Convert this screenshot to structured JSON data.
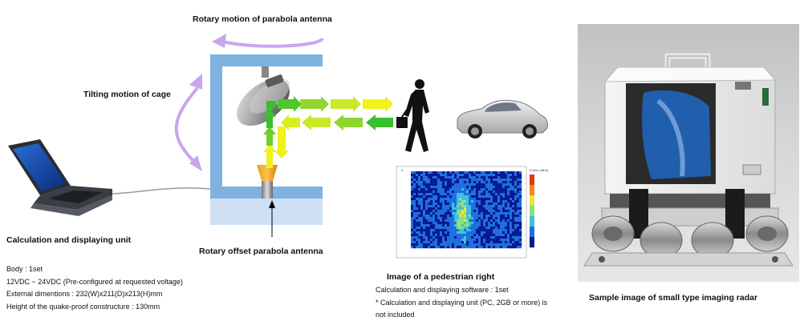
{
  "labels": {
    "rotary_motion": "Rotary motion of parabola antenna",
    "tilting_motion": "Tilting motion of cage",
    "calc_unit": "Calculation and displaying unit",
    "antenna": "Rotary offset parabola antenna",
    "pedestrian": "Image of a pedestrian right",
    "photo_caption": "Sample image of small type imaging radar"
  },
  "specs_left": [
    "Body : 1set",
    "12VDC ~ 24VDC (Pre-configured at requested voltage)",
    "External dimentions : 232(W)x211(D)x213(H)mm",
    "Height of the quake-proof constructure : 130mm"
  ],
  "specs_right": [
    "Calculation and displaying software : 1set",
    "* Calculation and displaying unit (PC, 2GB or more) is",
    "not included"
  ],
  "colors": {
    "frame_blue": "#7fb2e0",
    "arrow_purple": "#c9a5ef",
    "arrow_green": "#3bbf2a",
    "arrow_yellow": "#f0f21a"
  },
  "icons": [
    "laptop-icon",
    "pedestrian-icon",
    "car-icon",
    "parabola-dish-icon",
    "radar-device-photo"
  ]
}
